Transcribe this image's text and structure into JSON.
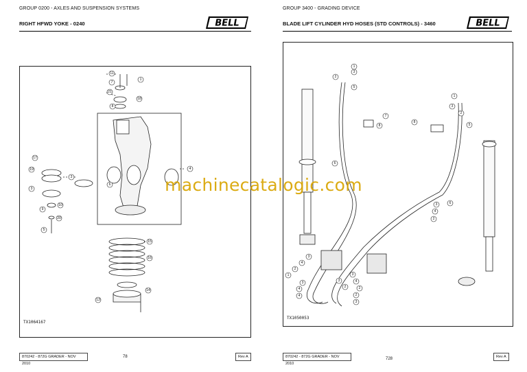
{
  "brand": {
    "logo_text": "BELL"
  },
  "left_page": {
    "group": "GROUP 0200 - AXLES AND SUSPENSION SYSTEMS",
    "title": "RIGHT HFWD YOKE - 0240",
    "figure_code": "TX1064167",
    "callouts": [
      "11",
      "12",
      "7",
      "1",
      "21",
      "18",
      "8",
      "17",
      "19",
      "3",
      "3",
      "10",
      "9",
      "20",
      "5",
      "6",
      "4",
      "15",
      "16",
      "14",
      "13"
    ],
    "footer_doc": "870242 - 872G GRADER - NOV 2010",
    "page_number": "78",
    "revision": "Rev A"
  },
  "right_page": {
    "group": "GROUP 3400 - GRADING DEVICE",
    "title": "BLADE LIFT CYLINDER HYD HOSES (STD CONTROLS) - 3460",
    "figure_code": "TX1050053",
    "callouts": [
      "1",
      "3",
      "2",
      "5",
      "1",
      "3",
      "2",
      "5",
      "7",
      "8",
      "8",
      "6",
      "6",
      "3",
      "4",
      "2",
      "3",
      "4",
      "2",
      "1",
      "3",
      "2",
      "3",
      "4",
      "2",
      "3",
      "4",
      "2",
      "3",
      "4"
    ],
    "footer_doc": "870242 - 872G GRADER - NOV 2010",
    "page_number": "728",
    "revision": "Rev A"
  },
  "watermark": "machinecatalogic.com"
}
